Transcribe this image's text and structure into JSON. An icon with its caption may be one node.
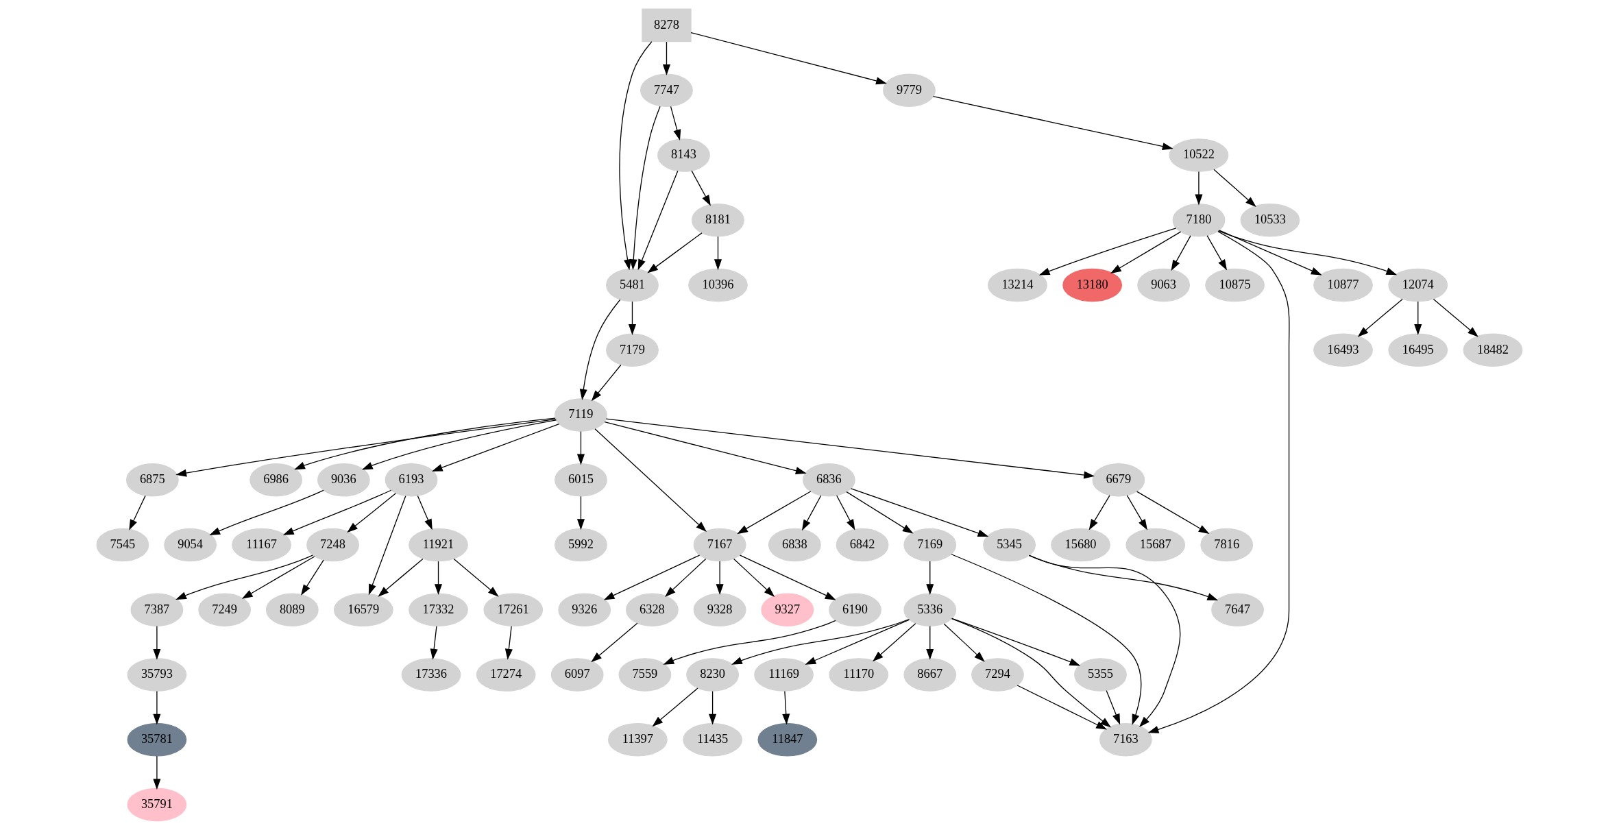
{
  "diagram": {
    "nodes": [
      {
        "text": [
          "8278"
        ]
      },
      {
        "text": [
          "7747"
        ]
      },
      {
        "text": [
          "9779"
        ]
      },
      {
        "text": [
          "8143"
        ]
      },
      {
        "text": [
          "10522"
        ]
      },
      {
        "text": [
          "8181"
        ]
      },
      {
        "text": [
          "7180"
        ]
      },
      {
        "text": [
          "10533"
        ]
      },
      {
        "text": [
          "5481"
        ]
      },
      {
        "text": [
          "10396"
        ]
      },
      {
        "text": [
          "10877"
        ]
      },
      {
        "text": [
          "12074"
        ]
      },
      {
        "text": [
          "13214"
        ]
      },
      {
        "text": [
          "13180"
        ]
      },
      {
        "text": [
          "9063"
        ]
      },
      {
        "text": [
          "10875"
        ]
      },
      {
        "text": [
          "18482"
        ]
      },
      {
        "text": [
          "16493"
        ]
      },
      {
        "text": [
          "16495"
        ]
      },
      {
        "text": [
          "7179"
        ]
      },
      {
        "text": [
          "7119"
        ]
      },
      {
        "text": [
          "6679"
        ]
      },
      {
        "text": [
          "6015"
        ]
      },
      {
        "text": [
          "6836"
        ]
      },
      {
        "text": [
          "6875"
        ]
      },
      {
        "text": [
          "6986"
        ]
      },
      {
        "text": [
          "9036"
        ]
      },
      {
        "text": [
          "6193"
        ]
      },
      {
        "text": [
          "7816"
        ]
      },
      {
        "text": [
          "15680"
        ]
      },
      {
        "text": [
          "15687"
        ]
      },
      {
        "text": [
          "5992"
        ]
      },
      {
        "text": [
          "7167"
        ]
      },
      {
        "text": [
          "6842"
        ]
      },
      {
        "text": [
          "5345"
        ]
      },
      {
        "text": [
          "7169"
        ]
      },
      {
        "text": [
          "6838"
        ]
      },
      {
        "text": [
          "7545"
        ]
      },
      {
        "text": [
          "9054"
        ]
      },
      {
        "text": [
          "7248"
        ]
      },
      {
        "text": [
          "11167"
        ]
      },
      {
        "text": [
          "11921"
        ]
      },
      {
        "text": [
          "6190"
        ]
      },
      {
        "text": [
          "6328"
        ]
      },
      {
        "text": [
          "9326"
        ]
      },
      {
        "text": [
          "9328"
        ]
      },
      {
        "text": [
          "9327"
        ]
      },
      {
        "text": [
          "7647"
        ]
      },
      {
        "text": [
          "5336"
        ]
      },
      {
        "text": [
          "8089"
        ]
      },
      {
        "text": [
          "7249"
        ]
      },
      {
        "text": [
          "7387"
        ]
      },
      {
        "text": [
          "17261"
        ]
      },
      {
        "text": [
          "17332"
        ]
      },
      {
        "text": [
          "16579"
        ]
      },
      {
        "text": [
          "7559"
        ]
      },
      {
        "text": [
          "6097"
        ]
      },
      {
        "text": [
          "8230"
        ]
      },
      {
        "text": [
          "8667"
        ]
      },
      {
        "text": [
          "11169"
        ]
      },
      {
        "text": [
          "11170"
        ]
      },
      {
        "text": [
          "5355"
        ]
      },
      {
        "text": [
          "7294"
        ]
      },
      {
        "text": [
          "35793"
        ]
      },
      {
        "text": [
          "17274"
        ]
      },
      {
        "text": [
          "17336"
        ]
      },
      {
        "text": [
          "11397"
        ]
      },
      {
        "text": [
          "11435"
        ]
      },
      {
        "text": [
          "11847"
        ]
      },
      {
        "text": [
          "7163"
        ]
      },
      {
        "text": [
          "35781"
        ]
      },
      {
        "text": [
          "35791"
        ]
      }
    ],
    "edges": [
      {
        "from": 0,
        "to": 8,
        "arrow": "to"
      },
      {
        "from": 0,
        "to": 1,
        "arrow": "to"
      },
      {
        "from": 0,
        "to": 2,
        "arrow": "to"
      },
      {
        "from": 1,
        "to": 8,
        "arrow": "to"
      },
      {
        "from": 1,
        "to": 3,
        "arrow": "to"
      },
      {
        "from": 3,
        "to": 8,
        "arrow": "to"
      },
      {
        "from": 3,
        "to": 5,
        "arrow": "to"
      },
      {
        "from": 5,
        "to": 8,
        "arrow": "to"
      },
      {
        "from": 5,
        "to": 9,
        "arrow": "to"
      },
      {
        "from": 2,
        "to": 4,
        "arrow": "to"
      },
      {
        "from": 4,
        "to": 6,
        "arrow": "to"
      },
      {
        "from": 4,
        "to": 7,
        "arrow": "to"
      },
      {
        "from": 6,
        "to": 10,
        "arrow": "to"
      },
      {
        "from": 6,
        "to": 11,
        "arrow": "to"
      },
      {
        "from": 6,
        "to": 12,
        "arrow": "to"
      },
      {
        "from": 6,
        "to": 13,
        "arrow": "to"
      },
      {
        "from": 6,
        "to": 14,
        "arrow": "to"
      },
      {
        "from": 6,
        "to": 15,
        "arrow": "to"
      },
      {
        "from": 6,
        "to": 69,
        "arrow": "to"
      },
      {
        "from": 11,
        "to": 16,
        "arrow": "to"
      },
      {
        "from": 11,
        "to": 17,
        "arrow": "to"
      },
      {
        "from": 11,
        "to": 18,
        "arrow": "to"
      },
      {
        "from": 8,
        "to": 20,
        "arrow": "to"
      },
      {
        "from": 8,
        "to": 19,
        "arrow": "to"
      },
      {
        "from": 19,
        "to": 20,
        "arrow": "to"
      },
      {
        "from": 20,
        "to": 21,
        "arrow": "to"
      },
      {
        "from": 20,
        "to": 22,
        "arrow": "to"
      },
      {
        "from": 20,
        "to": 32,
        "arrow": "to"
      },
      {
        "from": 20,
        "to": 23,
        "arrow": "to"
      },
      {
        "from": 20,
        "to": 24,
        "arrow": "to"
      },
      {
        "from": 20,
        "to": 25,
        "arrow": "to"
      },
      {
        "from": 20,
        "to": 26,
        "arrow": "to"
      },
      {
        "from": 20,
        "to": 27,
        "arrow": "to"
      },
      {
        "from": 21,
        "to": 28,
        "arrow": "to"
      },
      {
        "from": 21,
        "to": 29,
        "arrow": "to"
      },
      {
        "from": 21,
        "to": 30,
        "arrow": "to"
      },
      {
        "from": 22,
        "to": 31,
        "arrow": "to"
      },
      {
        "from": 23,
        "to": 32,
        "arrow": "to"
      },
      {
        "from": 23,
        "to": 33,
        "arrow": "to"
      },
      {
        "from": 23,
        "to": 34,
        "arrow": "to"
      },
      {
        "from": 23,
        "to": 35,
        "arrow": "to"
      },
      {
        "from": 23,
        "to": 36,
        "arrow": "to"
      },
      {
        "from": 24,
        "to": 37,
        "arrow": "to"
      },
      {
        "from": 26,
        "to": 38,
        "arrow": "to"
      },
      {
        "from": 27,
        "to": 39,
        "arrow": "to"
      },
      {
        "from": 27,
        "to": 40,
        "arrow": "to"
      },
      {
        "from": 27,
        "to": 41,
        "arrow": "to"
      },
      {
        "from": 27,
        "to": 54,
        "arrow": "to"
      },
      {
        "from": 32,
        "to": 42,
        "arrow": "to"
      },
      {
        "from": 32,
        "to": 43,
        "arrow": "to"
      },
      {
        "from": 32,
        "to": 44,
        "arrow": "to"
      },
      {
        "from": 32,
        "to": 45,
        "arrow": "to"
      },
      {
        "from": 32,
        "to": 46,
        "arrow": "to"
      },
      {
        "from": 34,
        "to": 47,
        "arrow": "to"
      },
      {
        "from": 34,
        "to": 69,
        "arrow": "to"
      },
      {
        "from": 35,
        "to": 48,
        "arrow": "to"
      },
      {
        "from": 35,
        "to": 69,
        "arrow": "to"
      },
      {
        "from": 39,
        "to": 49,
        "arrow": "to"
      },
      {
        "from": 39,
        "to": 50,
        "arrow": "to"
      },
      {
        "from": 39,
        "to": 51,
        "arrow": "to"
      },
      {
        "from": 41,
        "to": 52,
        "arrow": "to"
      },
      {
        "from": 41,
        "to": 53,
        "arrow": "to"
      },
      {
        "from": 41,
        "to": 54,
        "arrow": "to"
      },
      {
        "from": 42,
        "to": 55,
        "arrow": "to"
      },
      {
        "from": 43,
        "to": 56,
        "arrow": "to"
      },
      {
        "from": 48,
        "to": 57,
        "arrow": "to"
      },
      {
        "from": 48,
        "to": 58,
        "arrow": "to"
      },
      {
        "from": 48,
        "to": 59,
        "arrow": "to"
      },
      {
        "from": 48,
        "to": 60,
        "arrow": "to"
      },
      {
        "from": 48,
        "to": 61,
        "arrow": "to"
      },
      {
        "from": 48,
        "to": 62,
        "arrow": "to"
      },
      {
        "from": 48,
        "to": 69,
        "arrow": "to"
      },
      {
        "from": 51,
        "to": 63,
        "arrow": "to"
      },
      {
        "from": 52,
        "to": 64,
        "arrow": "to"
      },
      {
        "from": 53,
        "to": 65,
        "arrow": "to"
      },
      {
        "from": 57,
        "to": 66,
        "arrow": "to"
      },
      {
        "from": 57,
        "to": 67,
        "arrow": "to"
      },
      {
        "from": 59,
        "to": 68,
        "arrow": "to"
      },
      {
        "from": 61,
        "to": 69,
        "arrow": "to"
      },
      {
        "from": 62,
        "to": 69,
        "arrow": "to"
      },
      {
        "from": 63,
        "to": 70,
        "arrow": "to"
      },
      {
        "from": 70,
        "to": 71,
        "arrow": "to"
      }
    ]
  }
}
